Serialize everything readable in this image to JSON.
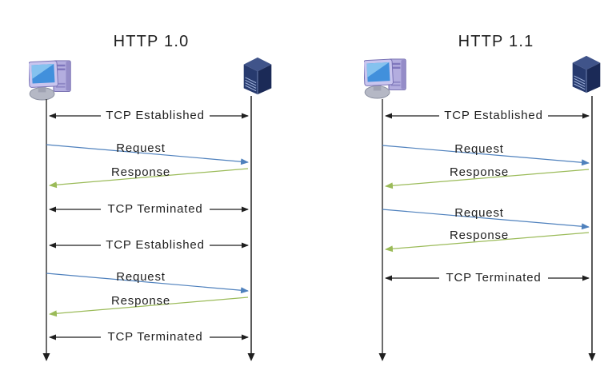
{
  "colors": {
    "request_arrow": "#4f81bd",
    "response_arrow": "#9bbb59",
    "tcp_arrow": "#1f1f1f",
    "lifeline": "#3c3c3c"
  },
  "icons": {
    "client": "client-computer-icon",
    "server": "server-tower-icon"
  },
  "diagrams": [
    {
      "title": "HTTP 1.0",
      "messages": [
        {
          "kind": "tcp",
          "label": "TCP Established"
        },
        {
          "kind": "request",
          "label": "Request"
        },
        {
          "kind": "response",
          "label": "Response"
        },
        {
          "kind": "tcp",
          "label": "TCP Terminated"
        },
        {
          "kind": "tcp",
          "label": "TCP Established"
        },
        {
          "kind": "request",
          "label": "Request"
        },
        {
          "kind": "response",
          "label": "Response"
        },
        {
          "kind": "tcp",
          "label": "TCP Terminated"
        }
      ]
    },
    {
      "title": "HTTP 1.1",
      "messages": [
        {
          "kind": "tcp",
          "label": "TCP Established"
        },
        {
          "kind": "request",
          "label": "Request"
        },
        {
          "kind": "response",
          "label": "Response"
        },
        {
          "kind": "request",
          "label": "Request"
        },
        {
          "kind": "response",
          "label": "Response"
        },
        {
          "kind": "tcp",
          "label": "TCP Terminated"
        }
      ]
    }
  ]
}
